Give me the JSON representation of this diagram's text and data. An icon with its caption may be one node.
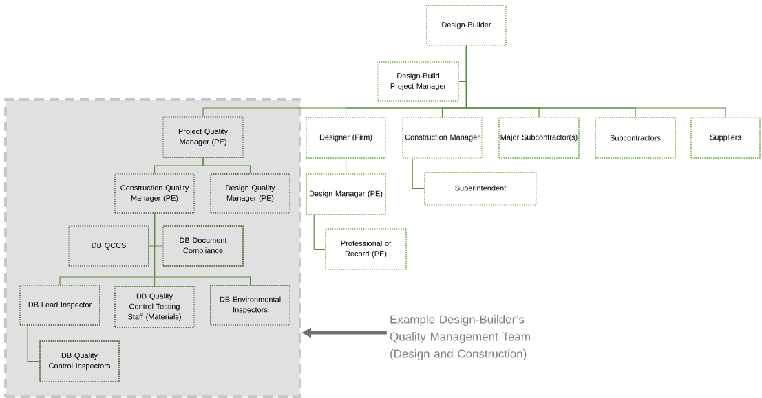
{
  "diagram": {
    "nodes": [
      {
        "text": [
          "Design-Builder"
        ]
      },
      {
        "text": [
          "Design-Build Project Manager"
        ]
      },
      {
        "text": [],
        "shape": "box"
      },
      {
        "text": [
          "Project Quality Manager (PE)"
        ],
        "in": 2
      },
      {
        "text": [
          "Designer (Firm)"
        ]
      },
      {
        "text": [
          "Construction Manager"
        ]
      },
      {
        "text": [
          "Major Subcontractor(s)"
        ]
      },
      {
        "text": [
          "Subcontractors"
        ]
      },
      {
        "text": [
          "Suppliers"
        ]
      },
      {
        "text": [
          "Construction Quality Manager (PE)"
        ],
        "in": 2
      },
      {
        "text": [
          "Design Quality Manager (PE)"
        ],
        "in": 2
      },
      {
        "text": [
          "Superintendent"
        ]
      },
      {
        "text": [
          "Design Manager (PE)"
        ]
      },
      {
        "text": [
          "DB QCCS"
        ],
        "in": 2
      },
      {
        "text": [
          "DB Document Compliance"
        ],
        "in": 2
      },
      {
        "text": [
          "Professional of Record (PE)"
        ]
      },
      {
        "text": [
          "DB Lead Inspector"
        ],
        "in": 2
      },
      {
        "text": [
          "DB Quality Control Testing Staff (Materials)"
        ],
        "in": 2
      },
      {
        "text": [
          "DB Environmental Inspectors"
        ],
        "in": 2
      },
      {
        "text": [
          "DB Quality Control Inspectors"
        ],
        "in": 2
      },
      {
        "text": [
          "Example Design-Builder’s Quality Management Team (Design and Construction)"
        ]
      }
    ],
    "edges": [
      {
        "from": 0,
        "to": 1,
        "arrow": "none"
      },
      {
        "from": 0,
        "to": 3,
        "arrow": "none"
      },
      {
        "from": 0,
        "to": 4,
        "arrow": "none"
      },
      {
        "from": 0,
        "to": 5,
        "arrow": "none"
      },
      {
        "from": 0,
        "to": 6,
        "arrow": "none"
      },
      {
        "from": 0,
        "to": 7,
        "arrow": "none"
      },
      {
        "from": 0,
        "to": 8,
        "arrow": "none"
      },
      {
        "from": 3,
        "to": 9,
        "arrow": "none"
      },
      {
        "from": 3,
        "to": 10,
        "arrow": "none"
      },
      {
        "from": 5,
        "to": 11,
        "arrow": "none"
      },
      {
        "from": 4,
        "to": 12,
        "arrow": "none"
      },
      {
        "from": 9,
        "to": 13,
        "arrow": "none"
      },
      {
        "from": 9,
        "to": 14,
        "arrow": "none"
      },
      {
        "from": 12,
        "to": 15,
        "arrow": "none"
      },
      {
        "from": 9,
        "to": 16,
        "arrow": "none"
      },
      {
        "from": 9,
        "to": 17,
        "arrow": "none"
      },
      {
        "from": 9,
        "to": 18,
        "arrow": "none"
      },
      {
        "from": 16,
        "to": 19,
        "arrow": "none"
      },
      {
        "from": 20,
        "to": 2,
        "arrow": "to",
        "style": "thick",
        "color": "#707070"
      }
    ]
  }
}
